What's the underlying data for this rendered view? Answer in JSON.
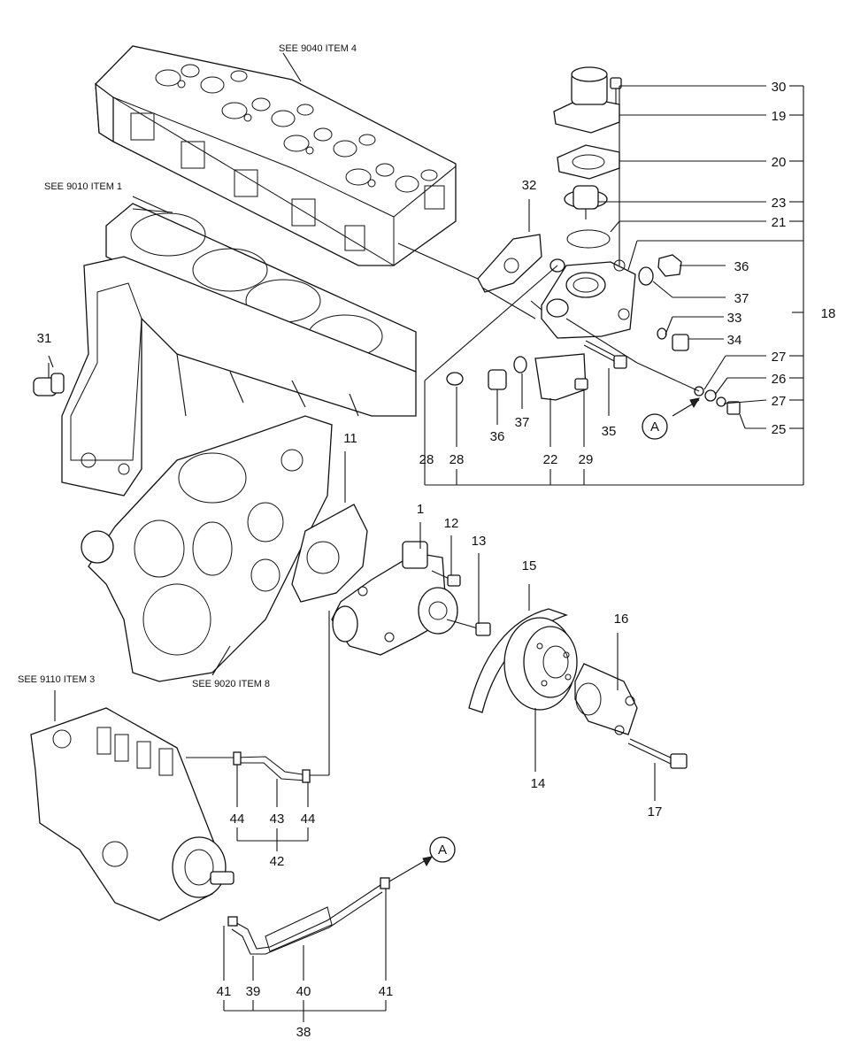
{
  "references": {
    "cylinder_head": "SEE 9040 ITEM 4",
    "head_gasket": "SEE 9010 ITEM 1",
    "gear_case": "SEE 9020 ITEM 8",
    "injection_pump": "SEE 9110 ITEM 3"
  },
  "callouts": {
    "c1": "1",
    "c11": "11",
    "c12": "12",
    "c13": "13",
    "c14": "14",
    "c15": "15",
    "c16": "16",
    "c17": "17",
    "c18": "18",
    "c19": "19",
    "c20": "20",
    "c21": "21",
    "c22": "22",
    "c23": "23",
    "c25": "25",
    "c26": "26",
    "c27a": "27",
    "c27b": "27",
    "c28a": "28",
    "c28b": "28",
    "c29": "29",
    "c30": "30",
    "c31": "31",
    "c32": "32",
    "c33": "33",
    "c34": "34",
    "c35": "35",
    "c36a": "36",
    "c36b": "36",
    "c37a": "37",
    "c37b": "37",
    "c38": "38",
    "c39": "39",
    "c40": "40",
    "c41a": "41",
    "c41b": "41",
    "c42": "42",
    "c43": "43",
    "c44a": "44",
    "c44b": "44"
  },
  "connectors": {
    "a1": "A",
    "a2": "A"
  }
}
